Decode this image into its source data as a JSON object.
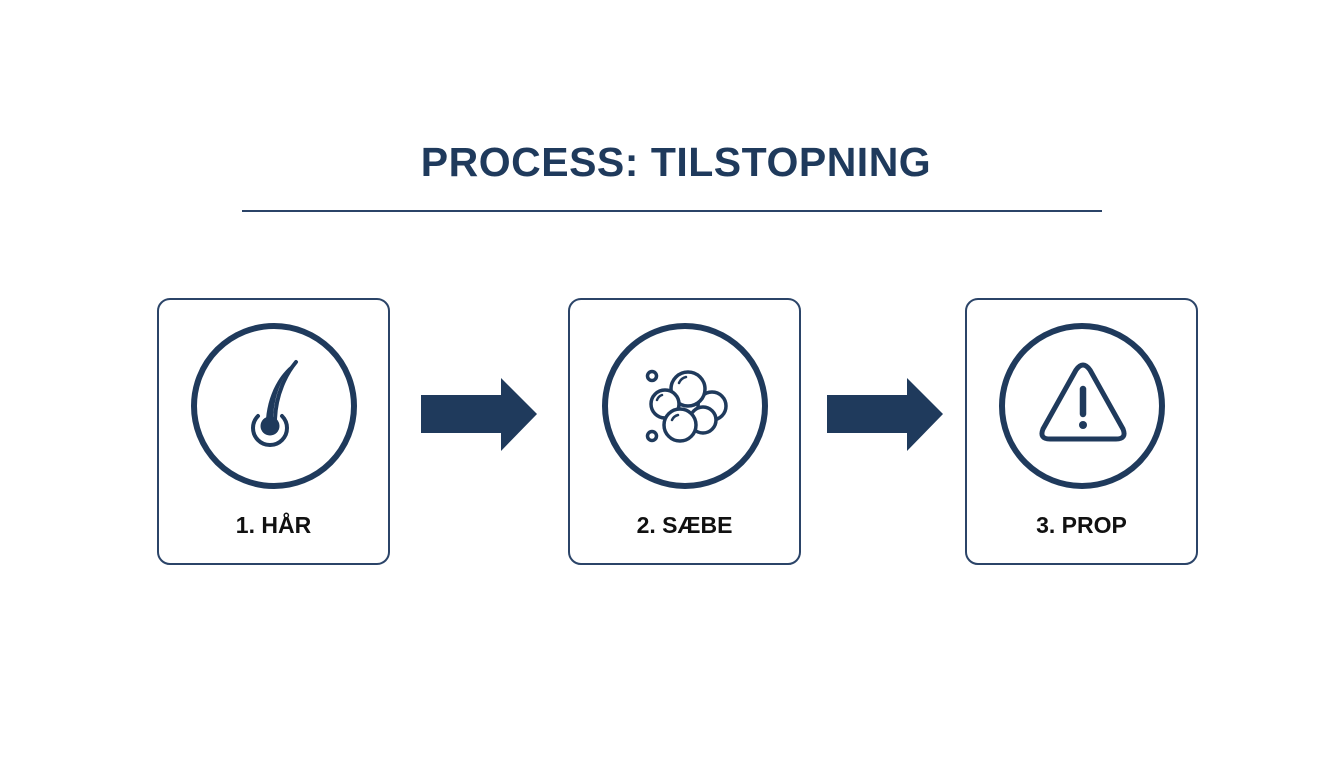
{
  "title": "PROCESS: TILSTOPNING",
  "colors": {
    "accent": "#1f3a5c",
    "border": "#2b4468",
    "label": "#111111",
    "background": "#ffffff"
  },
  "steps": [
    {
      "number": 1,
      "label": "1. HÅR",
      "icon": "hair-follicle-icon"
    },
    {
      "number": 2,
      "label": "2. SÆBE",
      "icon": "soap-bubbles-icon"
    },
    {
      "number": 3,
      "label": "3. PROP",
      "icon": "warning-triangle-icon"
    }
  ],
  "connectors": [
    {
      "from": 1,
      "to": 2,
      "icon": "arrow-right-icon"
    },
    {
      "from": 2,
      "to": 3,
      "icon": "arrow-right-icon"
    }
  ]
}
